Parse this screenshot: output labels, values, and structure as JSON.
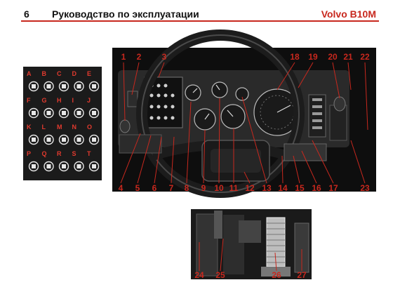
{
  "header": {
    "page_number": "6",
    "title": "Руководство по эксплуатации",
    "brand": "Volvo B10M"
  },
  "colors": {
    "accent": "#c8281e",
    "panel": "#1b1b1b"
  },
  "symbol_grid": {
    "letters": [
      "A",
      "B",
      "C",
      "D",
      "E",
      "F",
      "G",
      "H",
      "I",
      "J",
      "K",
      "L",
      "M",
      "N",
      "O",
      "P",
      "Q",
      "R",
      "S",
      "T"
    ]
  },
  "dashboard_callouts": [
    "1",
    "2",
    "3",
    "4",
    "5",
    "6",
    "7",
    "8",
    "9",
    "10",
    "11",
    "12",
    "13",
    "14",
    "15",
    "16",
    "17",
    "18",
    "19",
    "20",
    "21",
    "22",
    "23"
  ],
  "pedal_callouts": [
    "24",
    "25",
    "26",
    "27"
  ]
}
